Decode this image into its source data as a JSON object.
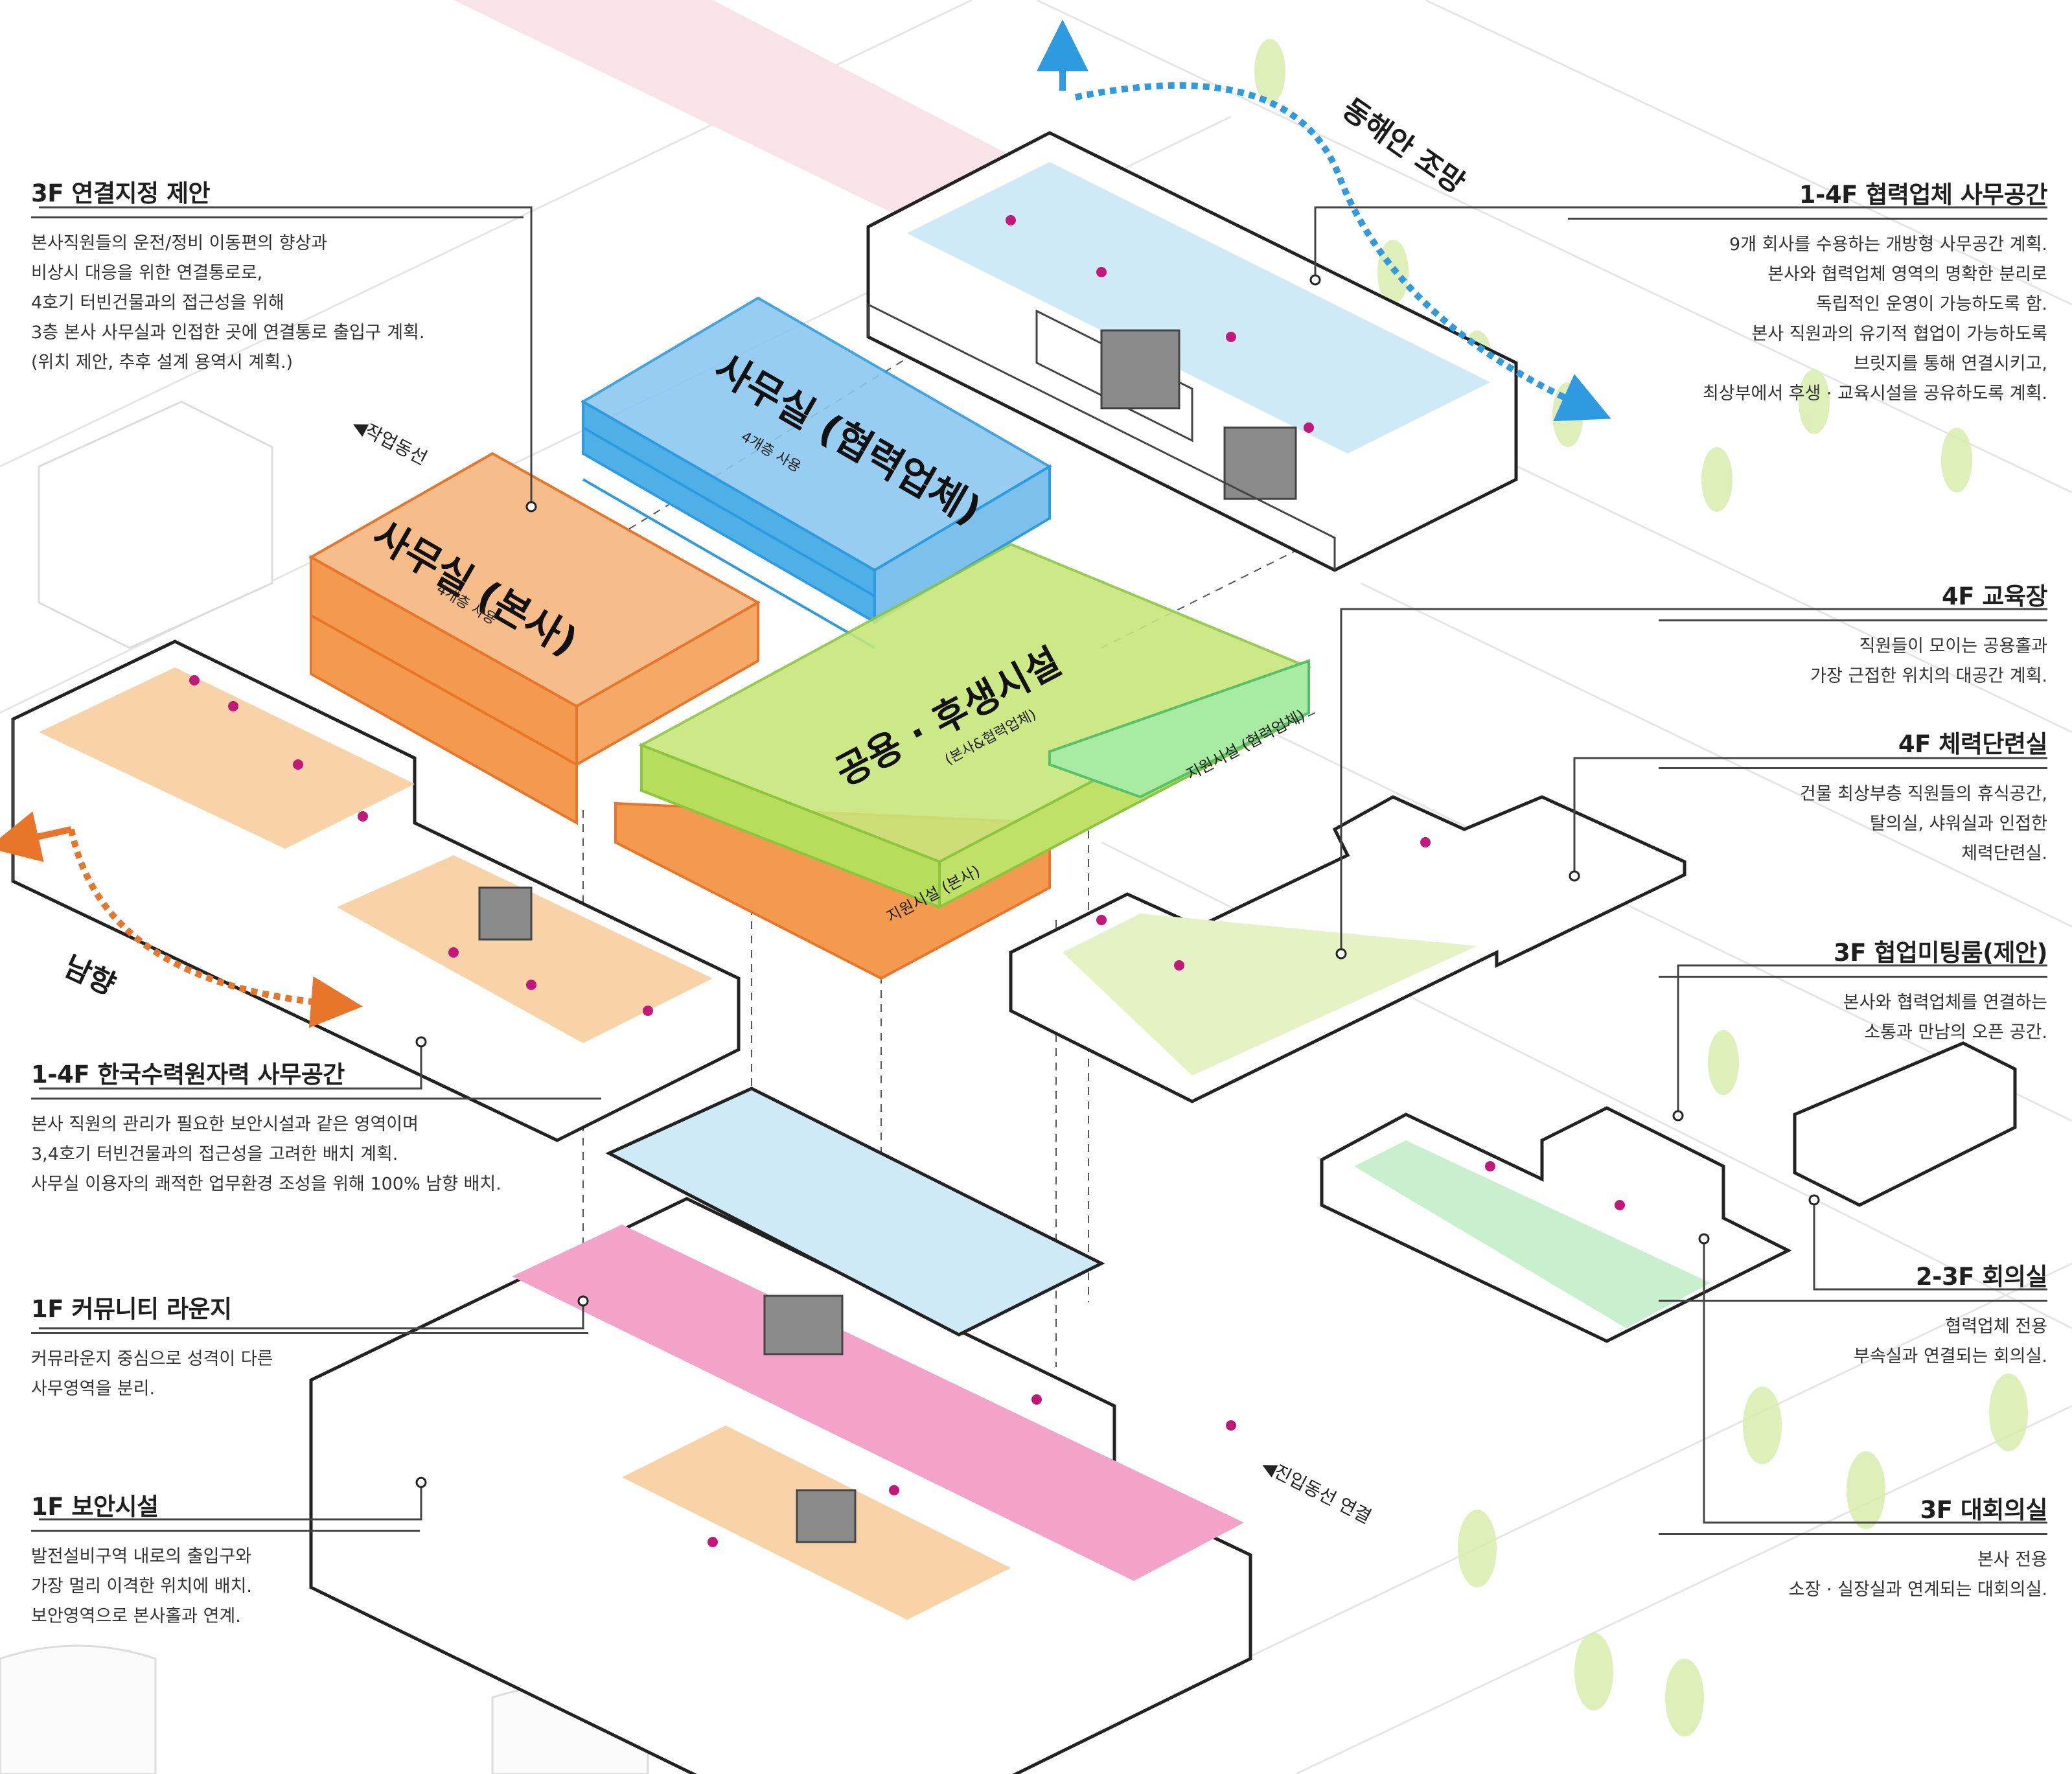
{
  "blocks": {
    "hq_office": {
      "title": "사무실 (본사)",
      "sub": "4개층 사용"
    },
    "partner_office": {
      "title": "사무실 (협력업체)",
      "sub": "4개층 사용"
    },
    "welfare": {
      "title": "공용 · 후생시설",
      "sub": "(본사&협력업체)"
    },
    "support_hq": "지원시설 (본사)",
    "support_partner": "지원시설 (협력업체)"
  },
  "directions": {
    "east_sea_view": "동해안 조망",
    "south_facing": "남향",
    "work_route": "◀작업동선",
    "entry_route": "◀진입동선 연결"
  },
  "annotations": {
    "left": [
      {
        "title": "3F 연결지정 제안",
        "lines": [
          "본사직원들의 운전/정비 이동편의 향상과",
          "비상시 대응을 위한 연결통로로,",
          "4호기 터빈건물과의 접근성을 위해",
          "3층 본사 사무실과 인접한 곳에 연결통로 출입구 계획.",
          "(위치 제안, 추후 설계 용역시 계획.)"
        ]
      },
      {
        "title": "1-4F 한국수력원자력 사무공간",
        "lines": [
          "본사 직원의 관리가 필요한 보안시설과 같은 영역이며",
          "3,4호기 터빈건물과의 접근성을 고려한 배치 계획.",
          "사무실 이용자의 쾌적한 업무환경 조성을 위해 100% 남향 배치."
        ]
      },
      {
        "title": "1F 커뮤니티 라운지",
        "lines": [
          "커뮤라운지 중심으로 성격이 다른",
          "사무영역을 분리."
        ]
      },
      {
        "title": "1F 보안시설",
        "lines": [
          "발전설비구역 내로의 출입구와",
          "가장 멀리 이격한 위치에 배치.",
          "보안영역으로 본사홀과 연계."
        ]
      }
    ],
    "right": [
      {
        "title": "1-4F 협력업체 사무공간",
        "lines": [
          "9개 회사를 수용하는 개방형 사무공간 계획.",
          "본사와 협력업체 영역의 명확한 분리로",
          "독립적인 운영이 가능하도록 함.",
          "본사 직원과의 유기적 협업이 가능하도록",
          "브릿지를 통해 연결시키고,",
          "최상부에서 후생 · 교육시설을 공유하도록 계획."
        ]
      },
      {
        "title": "4F 교육장",
        "lines": [
          "직원들이 모이는 공용홀과",
          "가장 근접한 위치의 대공간 계획."
        ]
      },
      {
        "title": "4F 체력단련실",
        "lines": [
          "건물 최상부층 직원들의 휴식공간,",
          "탈의실, 샤워실과 인접한",
          "체력단련실."
        ]
      },
      {
        "title": "3F 협업미팅룸(제안)",
        "lines": [
          "본사와 협력업체를 연결하는",
          "소통과 만남의 오픈 공간."
        ]
      },
      {
        "title": "2-3F 회의실",
        "lines": [
          "협력업체 전용",
          "부속실과 연결되는 회의실."
        ]
      },
      {
        "title": "3F 대회의실",
        "lines": [
          "본사 전용",
          "소장 · 실장실과 연계되는 대회의실."
        ]
      }
    ]
  },
  "colors": {
    "hq_orange": "#f08a2c",
    "partner_blue": "#3aa3e3",
    "welfare_green": "#b7dd5c",
    "support_green": "#9ee89a",
    "lounge_pink": "#f4a3c8",
    "arrow_blue": "#2e9be0",
    "arrow_orange": "#e8762a",
    "people_magenta": "#c2187a"
  }
}
